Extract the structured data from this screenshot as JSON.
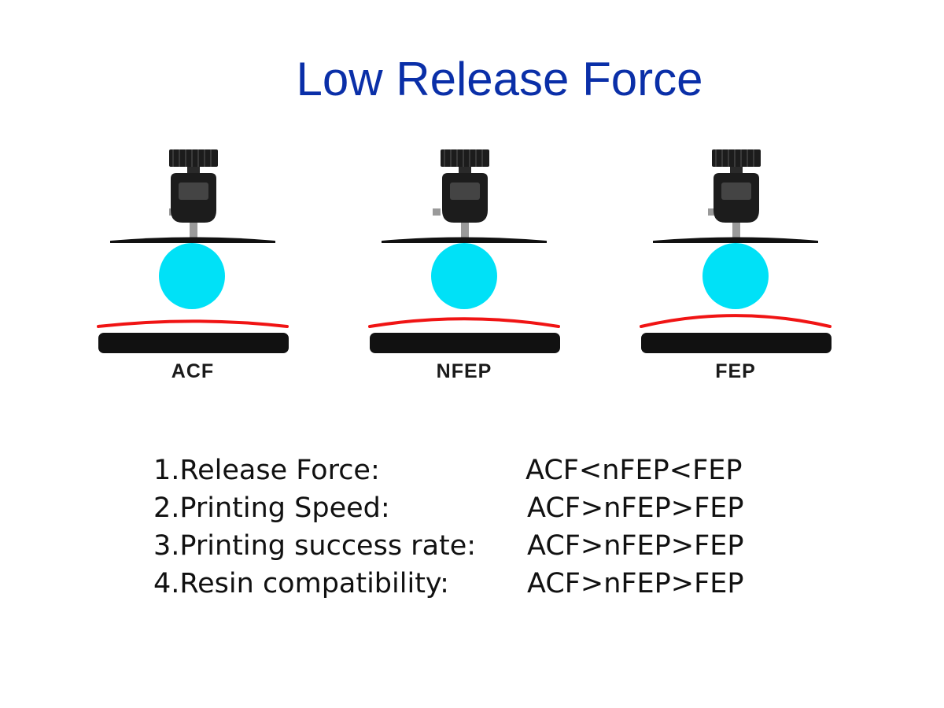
{
  "title": "Low Release Force",
  "diagrams": [
    {
      "label": "ACF",
      "film_bulge": 0.2
    },
    {
      "label": "NFEP",
      "film_bulge": 0.5
    },
    {
      "label": "FEP",
      "film_bulge": 0.9
    }
  ],
  "comparisons": [
    {
      "label": "1.Release Force:",
      "value": "ACF<nFEP<FEP"
    },
    {
      "label": "2.Printing Speed:",
      "value": "ACF>nFEP>FEP"
    },
    {
      "label": "3.Printing success rate:",
      "value": "ACF>nFEP>FEP"
    },
    {
      "label": "4.Resin compatibility:",
      "value": "ACF>nFEP>FEP"
    }
  ],
  "colors": {
    "title": "#0a2fa8",
    "print_object": "#00e1f7",
    "release_film": "#f01414",
    "vat_base": "#111111",
    "build_head": "#1c1c1c",
    "rod": "#9a9a9a"
  },
  "icons": {
    "build_head": "build-platform-head-icon",
    "object": "print-object-sphere",
    "film": "release-film-curve",
    "vat": "resin-vat-base"
  }
}
